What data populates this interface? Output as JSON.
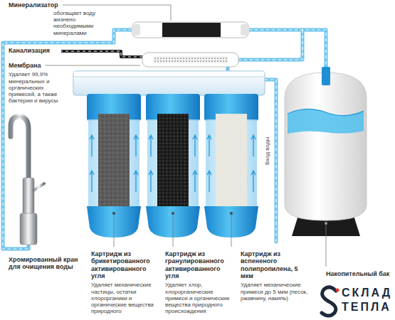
{
  "diagram": {
    "labels": [
      "Минерализатор",
      "обогащает воду жизнено необходимыми минералами",
      "Канализация",
      "Мембрана",
      "Удаляет 99,9% минеральных и органических примесей, а также бактерии и вирусы",
      "Хромированный кран для очищения воды",
      "Картридж из брикетированного активированного угля",
      "Удаляет механические частицы, остатки хлорорганики и органические вещества природного",
      "Картридж из гранулированного активированного угля",
      "Удаляет хлор, хлорорганические примеси и органические вещества природного происхождения",
      "Картридж из вспененого полипропилена, 5 мкм",
      "Удаляет механические примеси до 5 мкм (песок, ржавчину, накипь)",
      "Вход воды",
      "Накопительный бак",
      "СКЛАД",
      "ТЕПЛА"
    ]
  }
}
